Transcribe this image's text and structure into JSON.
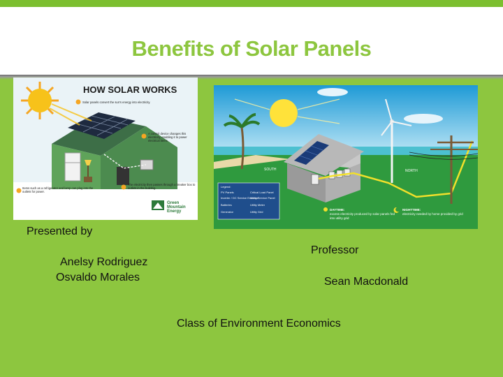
{
  "slide": {
    "title": "Benefits of Solar Panels",
    "presented_by": "Presented by",
    "presenters": [
      "Anelsy Rodriguez",
      "Osvaldo Morales"
    ],
    "professor_label": "Professor",
    "professor_name": "Sean Macdonald",
    "class_name": "Class of Environment Economics"
  },
  "how_solar_works": {
    "heading": "HOW SOLAR WORKS",
    "steps": [
      "Solar panels convert the sun's energy into electricity.",
      "A control device changes this electricity, enabling it to power electrical items.",
      "The electricity then passes through a breaker box to outlets in the building.",
      "Items such as a refrigerator and lamp can plug into the outlets for power."
    ],
    "logo": [
      "Green",
      "Mountain",
      "Energy"
    ]
  },
  "solar_diagram": {
    "south": "SOUTH",
    "north": "NORTH",
    "legend_title": "Legend:",
    "legend_items": [
      "PV Panels",
      "Critical Load Panel",
      "Inverter / DC Service Entrance",
      "Utility Service Panel",
      "Batteries",
      "Utility Meter",
      "Generator",
      "Utility Grid"
    ],
    "daytime_label": "DAYTIME:",
    "daytime_text": "excess electricity produced by solar panels fed into utility grid",
    "nighttime_label": "NIGHTTIME:",
    "nighttime_text": "electricity needed by home provided by grid"
  }
}
